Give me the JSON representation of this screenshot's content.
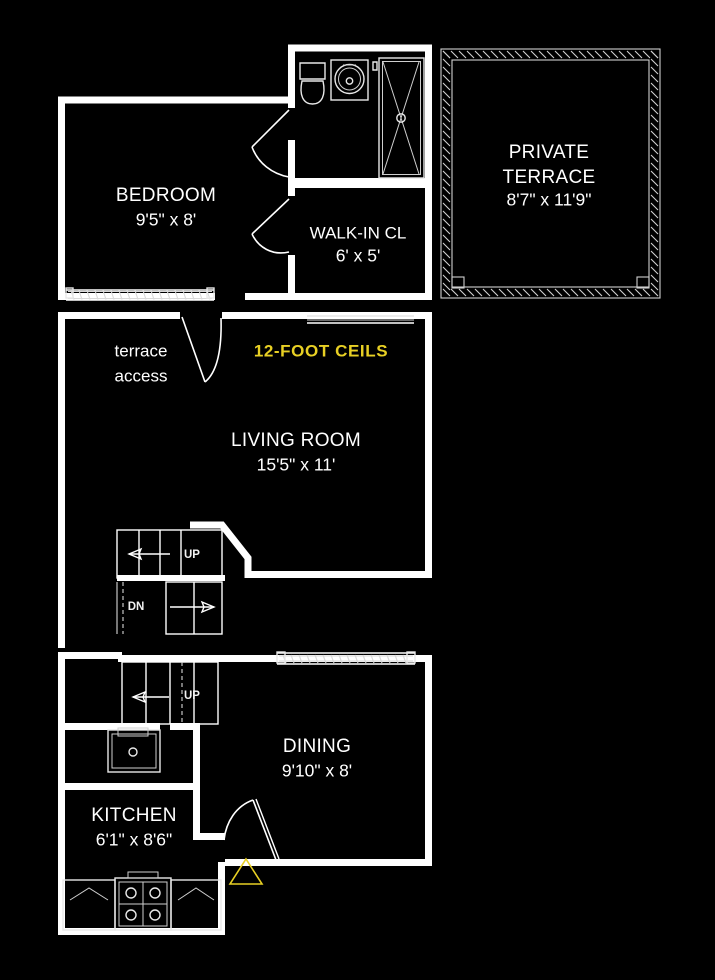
{
  "document": {
    "type": "floor-plan",
    "background_color": "#000000",
    "line_color": "#ffffff",
    "accent_color": "#e8d024"
  },
  "rooms": [
    {
      "id": "bedroom",
      "name": "BEDROOM",
      "dimensions": "9'5\" x 8'"
    },
    {
      "id": "walk_in_cl",
      "name": "WALK-IN CL",
      "dimensions": "6' x 5'"
    },
    {
      "id": "terrace",
      "name_line1": "PRIVATE",
      "name_line2": "TERRACE",
      "dimensions": "8'7\" x 11'9\""
    },
    {
      "id": "living_room",
      "name": "LIVING ROOM",
      "dimensions": "15'5\" x 11'"
    },
    {
      "id": "dining",
      "name": "DINING",
      "dimensions": "9'10\" x 8'"
    },
    {
      "id": "kitchen",
      "name": "KITCHEN",
      "dimensions": "6'1\" x 8'6\""
    }
  ],
  "annotations": {
    "terrace_access_line1": "terrace",
    "terrace_access_line2": "access",
    "ceiling_note": "12-FOOT CEILS",
    "stair_up_upper": "UP",
    "stair_dn_upper": "DN",
    "stair_up_lower": "UP"
  },
  "fixtures": {
    "toilet": "toilet-fixture",
    "sink_bath": "bathroom-sink-fixture",
    "bathtub": "bathtub-fixture",
    "kitchen_sink": "kitchen-sink-fixture",
    "stove": "stove-fixture",
    "counter_left": "kitchen-counter-fixture",
    "counter_right": "kitchen-counter-fixture"
  },
  "markers": {
    "direction_triangle": "direction-marker-triangle"
  },
  "windows": [
    "bedroom-window-south",
    "living-room-window-north",
    "dining-window-north"
  ],
  "doors": [
    "bathroom-door",
    "walk-in-closet-door",
    "terrace-access-door",
    "kitchen-dining-door"
  ]
}
